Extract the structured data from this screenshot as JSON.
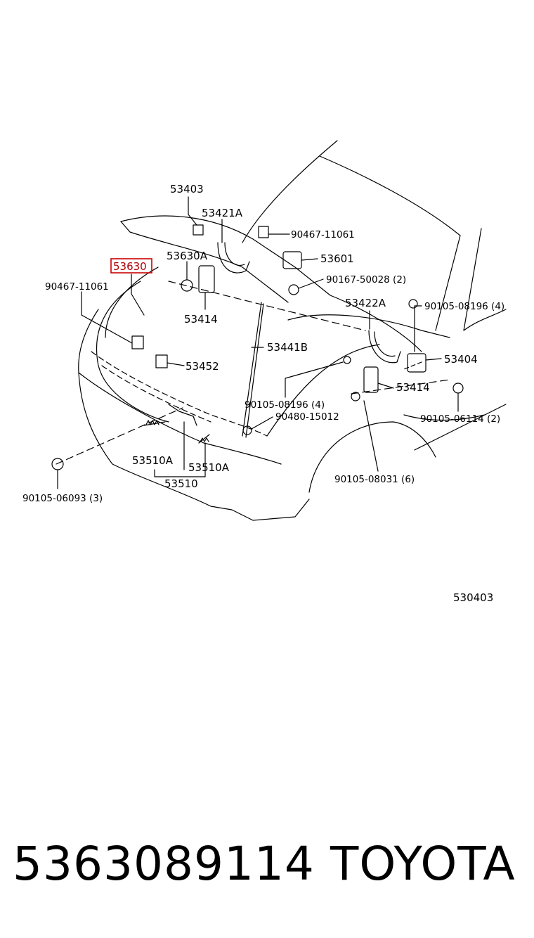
{
  "diagram": {
    "labels": {
      "p53403": "53403",
      "p53421A": "53421A",
      "p90467_11061_top": "90467-11061",
      "p53601": "53601",
      "p90167_50028": "90167-50028 (2)",
      "p53630_highlighted": "53630",
      "p53630A": "53630A",
      "p90467_11061_left": "90467-11061",
      "p53422A": "53422A",
      "p90105_08196_4_right": "90105-08196 (4)",
      "p53414_mid": "53414",
      "p53441B": "53441B",
      "p53452": "53452",
      "p53404": "53404",
      "p53414_right": "53414",
      "p90105_08196_4_mid": "90105-08196 (4)",
      "p90105_06114": "90105-06114 (2)",
      "p90480_15012": "90480-15012",
      "p53510A_left": "53510A",
      "p53510A_right": "53510A",
      "p53510": "53510",
      "p90105_08031": "90105-08031 (6)",
      "p90105_06093": "90105-06093 (3)",
      "diagram_code": "530403"
    },
    "highlight_color": "#cc0000"
  },
  "footer": {
    "part_number": "5363089114",
    "brand": "TOYOTA"
  }
}
